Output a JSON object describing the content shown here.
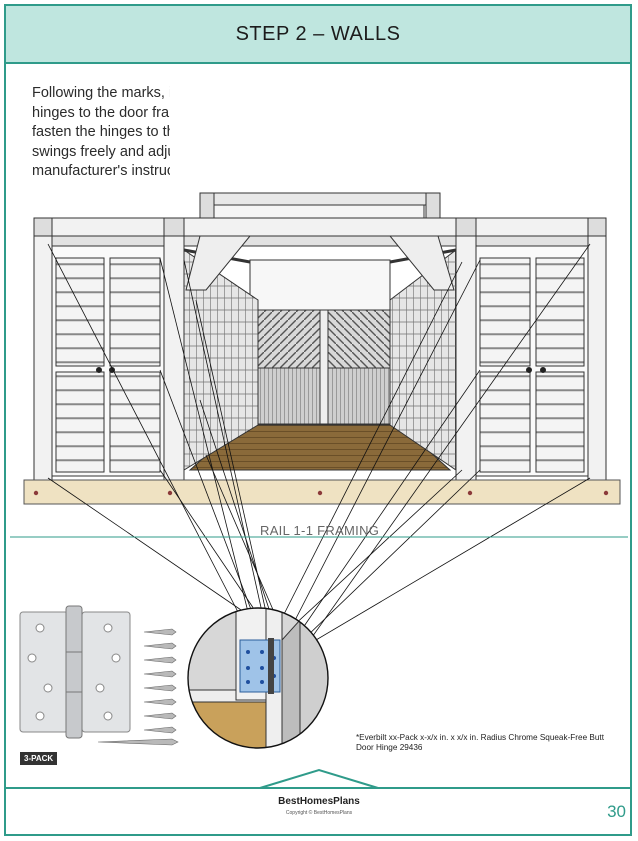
{
  "header": {
    "title": "STEP 2 – WALLS"
  },
  "intro": {
    "lines": [
      "Following the marks, install the",
      "hinges to the door frame and",
      "fasten the hinges to the door so it",
      "swings freely and adjust per",
      "manufacturer's instructions."
    ]
  },
  "figure": {
    "caption": "RAIL 1-1 FRAMING"
  },
  "hardware": {
    "pack_label": "3-PACK",
    "note": "*Everbilt xx-Pack x-x/x in. x x/x in. Radius Chrome Squeak-Free Butt Door Hinge 29436"
  },
  "footer": {
    "brand": "BestHomesPlans",
    "copyright": "Copyright © BestHomesPlans",
    "page_number": "30"
  },
  "colors": {
    "accent": "#2f9b8a",
    "header_bg": "#bfe6df",
    "floor": "#8a6a3a",
    "base_rail": "#efe2c2"
  }
}
